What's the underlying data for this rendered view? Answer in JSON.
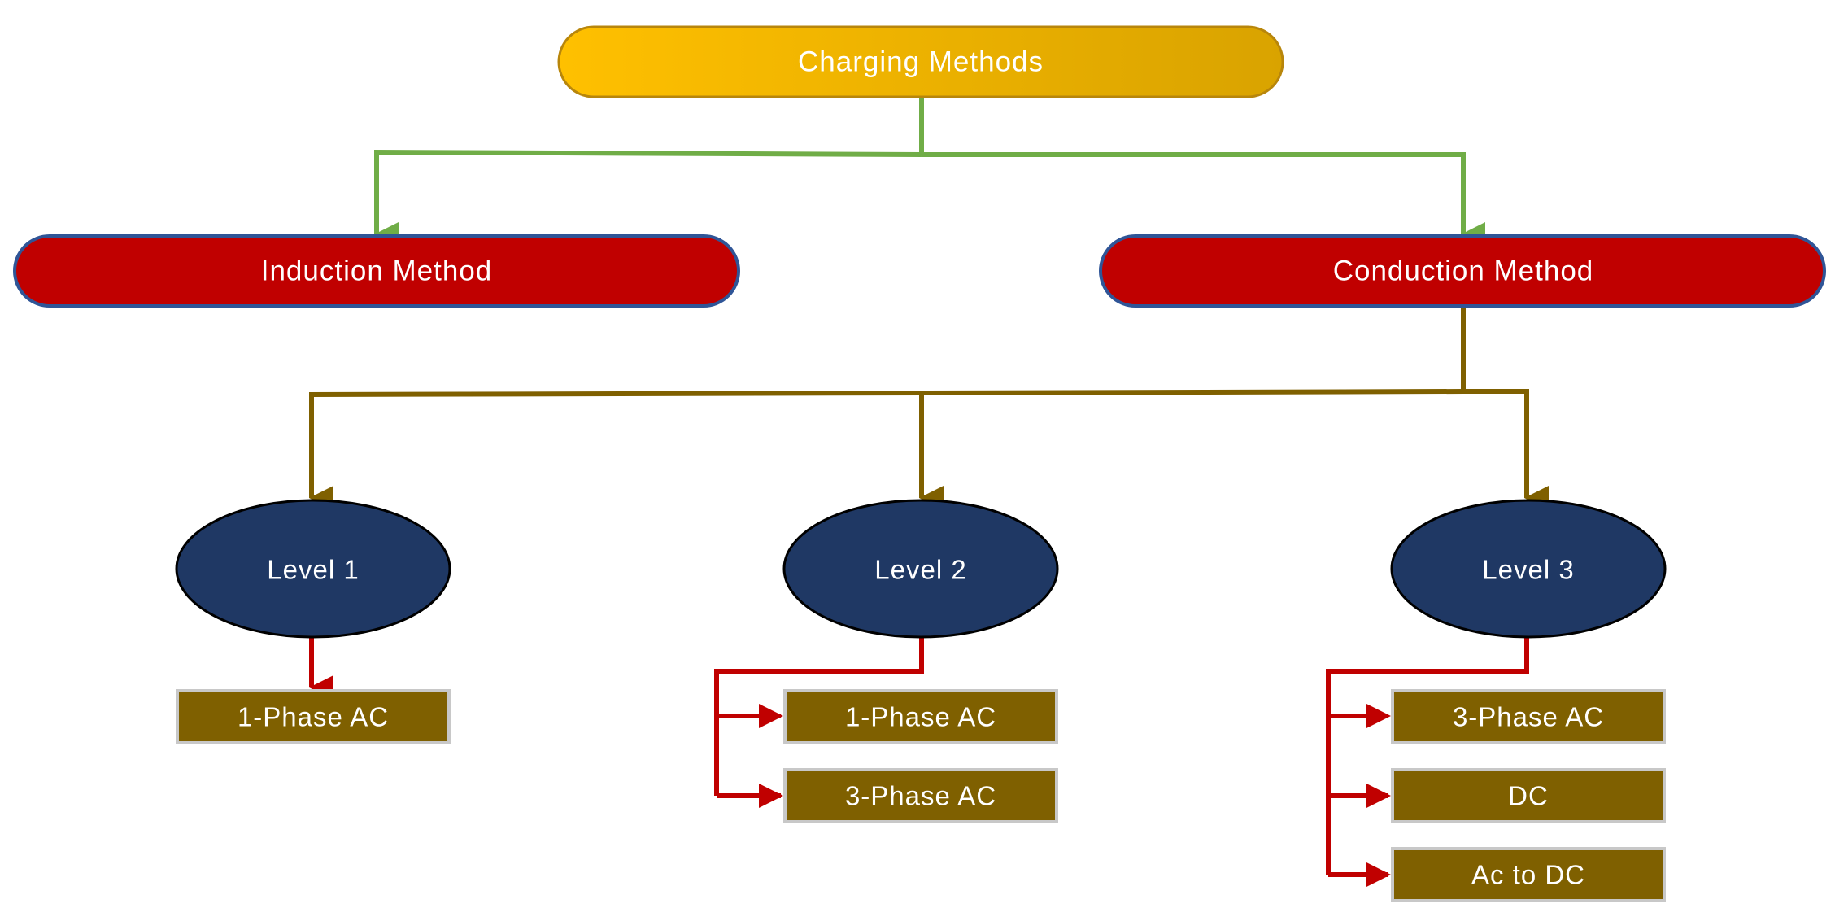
{
  "root": {
    "label": "Charging Methods"
  },
  "methods": {
    "induction": {
      "label": "Induction Method"
    },
    "conduction": {
      "label": "Conduction Method"
    }
  },
  "levels": [
    {
      "label": "Level 1",
      "items": [
        "1-Phase AC"
      ]
    },
    {
      "label": "Level 2",
      "items": [
        "1-Phase AC",
        "3-Phase AC"
      ]
    },
    {
      "label": "Level 3",
      "items": [
        "3-Phase AC",
        "DC",
        "Ac to DC"
      ]
    }
  ],
  "colors": {
    "root_fill_start": "#FFC000",
    "root_fill_end": "#D9A300",
    "root_border": "#B8860B",
    "method_fill": "#C00000",
    "method_border": "#2F5597",
    "level_fill": "#1F3864",
    "level_border": "#000000",
    "item_fill": "#7F6000",
    "item_border": "#C8C8C8",
    "connector_green": "#70AD47",
    "connector_brown": "#7F6000",
    "connector_red": "#C00000"
  }
}
